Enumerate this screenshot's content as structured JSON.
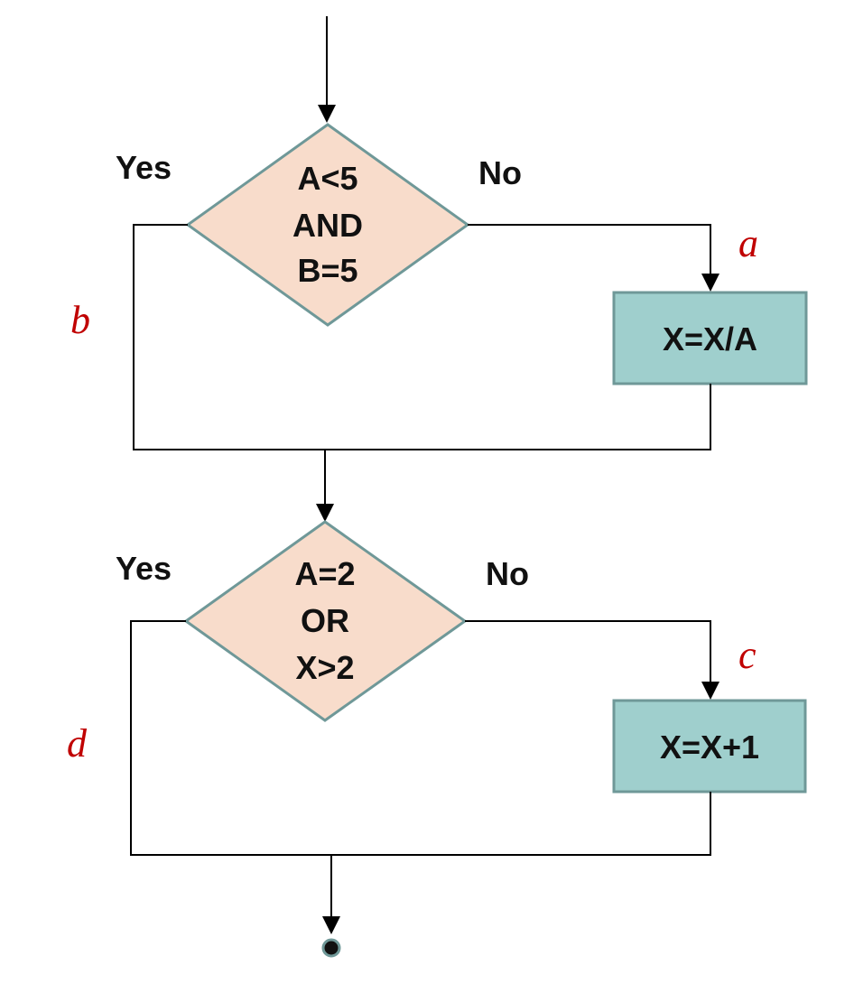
{
  "colors": {
    "decision_fill": "#f8dccb",
    "process_fill": "#9fcfcd",
    "path_label": "#c00000",
    "line": "#000000"
  },
  "decision1": {
    "lines": [
      "A<5",
      "AND",
      "B=5"
    ],
    "yes_label": "Yes",
    "no_label": "No"
  },
  "process1": {
    "label": "X=X/A"
  },
  "decision2": {
    "lines": [
      "A=2",
      "OR",
      "X>2"
    ],
    "yes_label": "Yes",
    "no_label": "No"
  },
  "process2": {
    "label": "X=X+1"
  },
  "path_labels": {
    "a": "a",
    "b": "b",
    "c": "c",
    "d": "d"
  }
}
